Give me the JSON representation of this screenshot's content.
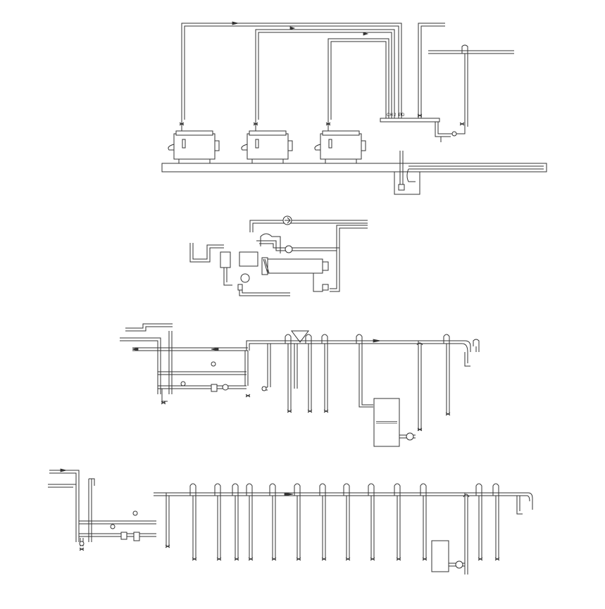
{
  "diagram": {
    "labels": {
      "tag_ch1": "CH",
      "tag_ch2": "2",
      "tag_pd": "PD"
    },
    "colors": {
      "line": "#333333",
      "background": "#ffffff",
      "fill": "#999999"
    }
  }
}
